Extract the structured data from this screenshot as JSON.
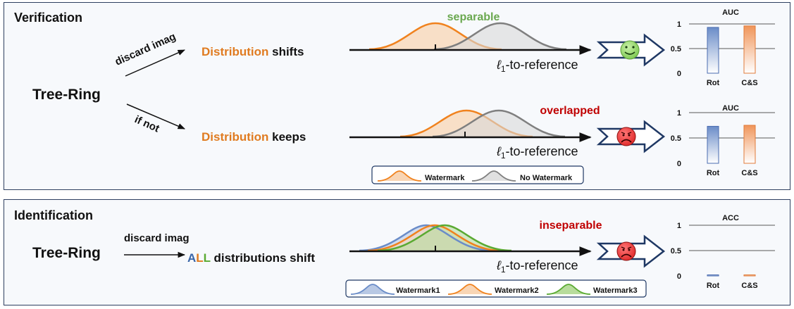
{
  "verification": {
    "title": "Verification",
    "method": "Tree-Ring",
    "branch_yes_label": "discard imag",
    "branch_no_label": "if not",
    "row1": {
      "word1": "Distribution",
      "word2": "shifts",
      "status": "separable",
      "axis_label": "-to-reference"
    },
    "row2": {
      "word1": "Distribution",
      "word2": "keeps",
      "status": "overlapped",
      "axis_label": "-to-reference"
    },
    "legend": [
      "Watermark",
      "No Watermark"
    ]
  },
  "identification": {
    "title": "Identification",
    "method": "Tree-Ring",
    "arrow_label": "discard imag",
    "all_letters": [
      "A",
      "L",
      "L"
    ],
    "rest": " distributions shift",
    "status": "inseparable",
    "axis_label": "-to-reference",
    "legend": [
      "Watermark1",
      "Watermark2",
      "Watermark3"
    ]
  },
  "axis_symbol": "ℓ",
  "axis_subscript": "1",
  "colors": {
    "orange": "#f0821e",
    "gray": "#7f7f7f",
    "blue": "#6a8cc8",
    "green": "#5aaa32",
    "dist_orange_text": "#e07b20",
    "good_green": "#6aa84f",
    "bad_red": "#c00000",
    "navy": "#1f3864",
    "all_A": "#3a66a8",
    "all_L1": "#e07b20",
    "all_L2": "#5aaa32"
  },
  "chart_data": [
    {
      "type": "bar",
      "title": "AUC",
      "categories": [
        "Rot",
        "C&S"
      ],
      "values": [
        0.93,
        0.96
      ],
      "yticks": [
        "0",
        "0.5",
        "1"
      ],
      "ylim": [
        0,
        1
      ],
      "grid": true
    },
    {
      "type": "bar",
      "title": "AUC",
      "categories": [
        "Rot",
        "C&S"
      ],
      "values": [
        0.73,
        0.75
      ],
      "yticks": [
        "0",
        "0.5",
        "1"
      ],
      "ylim": [
        0,
        1
      ],
      "grid": true
    },
    {
      "type": "bar",
      "title": "ACC",
      "categories": [
        "Rot",
        "C&S"
      ],
      "values": [
        0.01,
        0.02
      ],
      "yticks": [
        "0",
        "0.5",
        "1"
      ],
      "ylim": [
        0,
        1
      ],
      "grid": true
    }
  ]
}
